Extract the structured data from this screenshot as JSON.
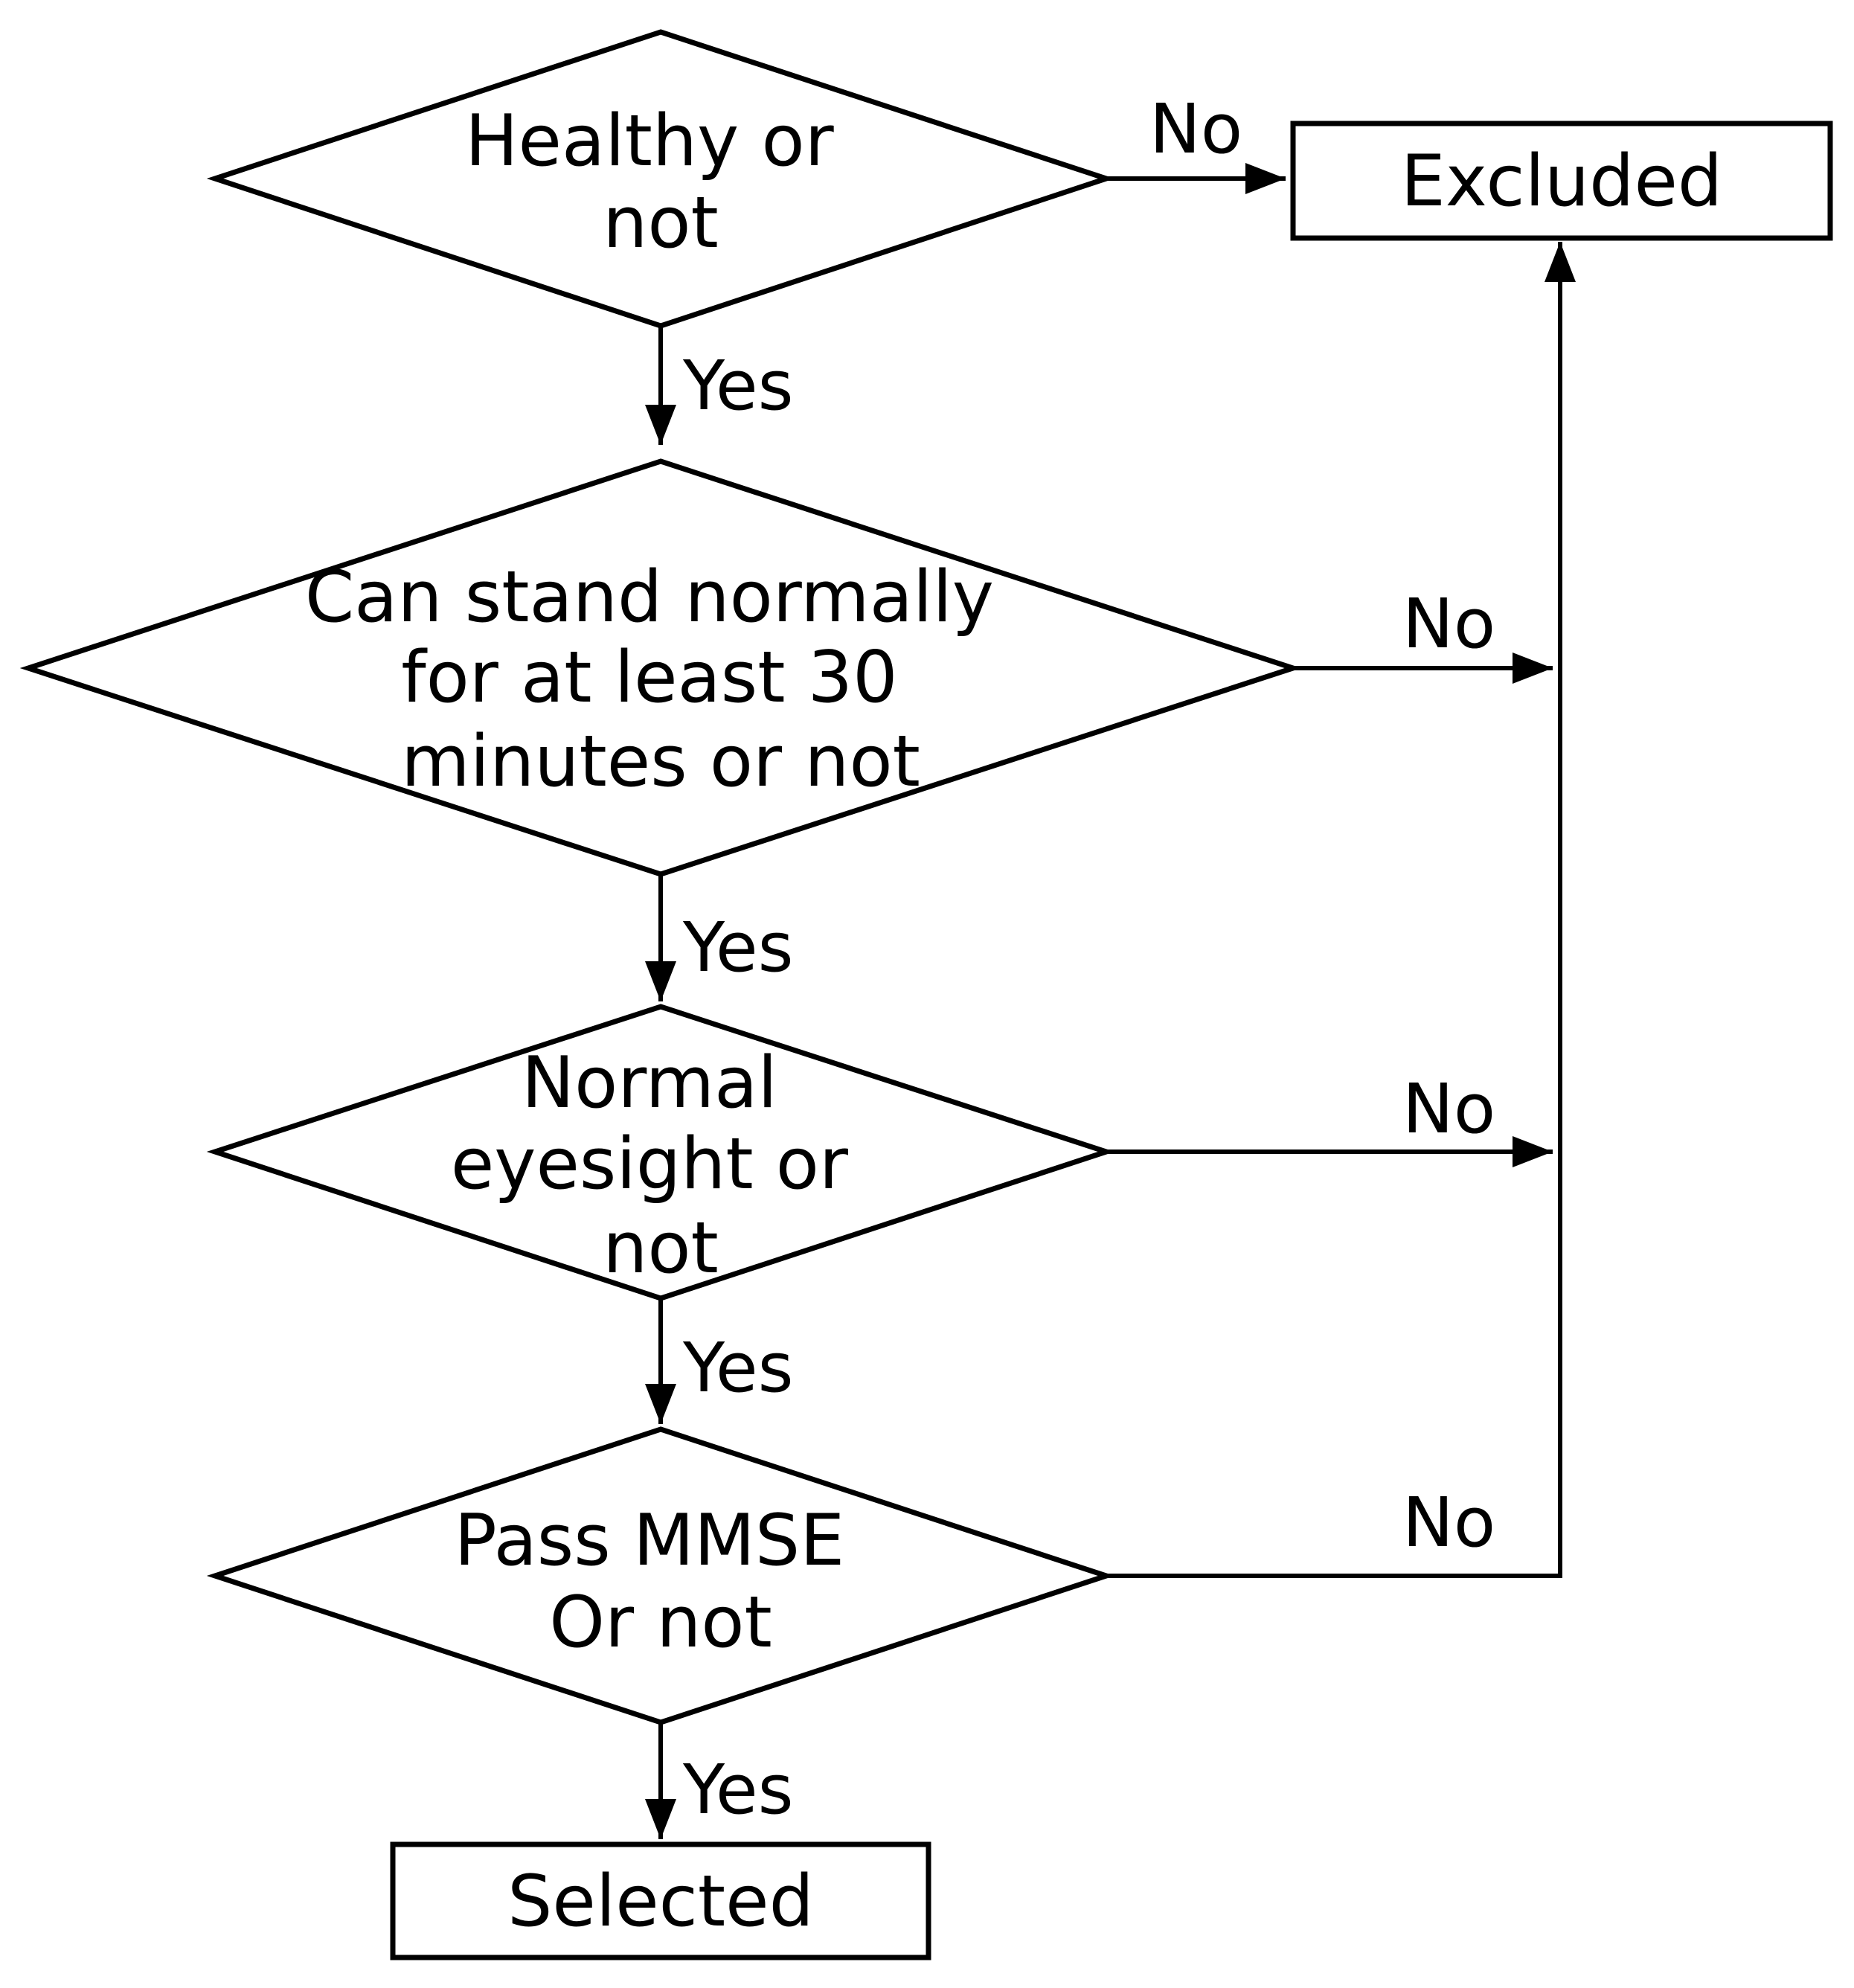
{
  "nodes": {
    "healthy": {
      "lines": [
        "Healthy or",
        "not"
      ]
    },
    "stand": {
      "lines": [
        "Can stand normally",
        "for at least 30",
        "minutes or not"
      ]
    },
    "eyesight": {
      "lines": [
        "Normal",
        "eyesight or",
        "not"
      ]
    },
    "mmse": {
      "lines": [
        "Pass MMSE",
        "Or not"
      ]
    },
    "excluded": {
      "label": "Excluded"
    },
    "selected": {
      "label": "Selected"
    }
  },
  "edges": {
    "healthy_no": "No",
    "healthy_yes": "Yes",
    "stand_no": "No",
    "stand_yes": "Yes",
    "eyesight_no": "No",
    "eyesight_yes": "Yes",
    "mmse_no": "No",
    "mmse_yes": "Yes"
  },
  "colors": {
    "stroke": "#000000",
    "fill": "#ffffff"
  }
}
